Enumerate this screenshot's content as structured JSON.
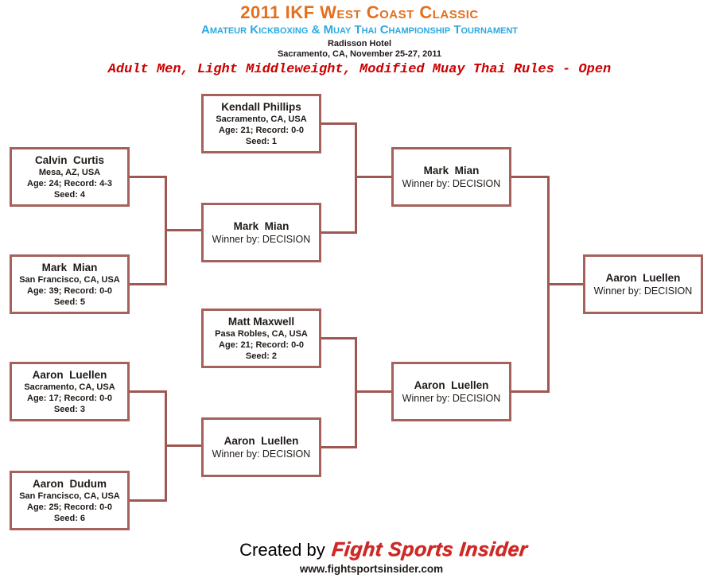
{
  "header": {
    "title": "2011 IKF West Coast Classic",
    "subtitle": "Amateur Kickboxing & Muay Thai Championship Tournament",
    "venue": "Radisson Hotel",
    "location_date": "Sacramento, CA, November 25-27, 2011",
    "division": "Adult Men, Light Middleweight, Modified Muay Thai Rules - Open"
  },
  "colors": {
    "title_orange": "#E3701E",
    "subtitle_blue": "#2BA9E1",
    "division_red": "#CC0000",
    "box_border": "#A5615C",
    "connector": "#9E5752",
    "logo_red": "#CE2926",
    "text_dark": "#1F1A17"
  },
  "bracket": {
    "round1": [
      {
        "name": "Kendall Phillips",
        "location": "Sacramento, CA, USA",
        "age_record": "Age: 21; Record: 0-0",
        "seed_label": "Seed: 1"
      },
      {
        "name": "Calvin  Curtis",
        "location": "Mesa, AZ, USA",
        "age_record": "Age: 24; Record: 4-3",
        "seed_label": "Seed: 4"
      },
      {
        "name": "Mark  Mian",
        "location": "San Francisco, CA, USA",
        "age_record": "Age: 39; Record: 0-0",
        "seed_label": "Seed: 5"
      },
      {
        "name": "Matt Maxwell",
        "location": "Pasa Robles, CA, USA",
        "age_record": "Age: 21; Record: 0-0",
        "seed_label": "Seed: 2"
      },
      {
        "name": "Aaron  Luellen",
        "location": "Sacramento, CA, USA",
        "age_record": "Age: 17; Record: 0-0",
        "seed_label": "Seed: 3"
      },
      {
        "name": "Aaron  Dudum",
        "location": "San Francisco, CA, USA",
        "age_record": "Age: 25; Record: 0-0",
        "seed_label": "Seed: 6"
      }
    ],
    "quarterfinal_winners": [
      {
        "name": "Mark  Mian",
        "result": "Winner by: DECISION"
      },
      {
        "name": "Aaron  Luellen",
        "result": "Winner by: DECISION"
      }
    ],
    "semifinal_winners": [
      {
        "name": "Mark  Mian",
        "result": "Winner by: DECISION"
      },
      {
        "name": "Aaron  Luellen",
        "result": "Winner by: DECISION"
      }
    ],
    "final_winner": {
      "name": "Aaron  Luellen",
      "result": "Winner by: DECISION"
    }
  },
  "footer": {
    "created_by": "Created by",
    "logo_text": "Fight Sports Insider",
    "website": "www.fightsportsinsider.com"
  }
}
